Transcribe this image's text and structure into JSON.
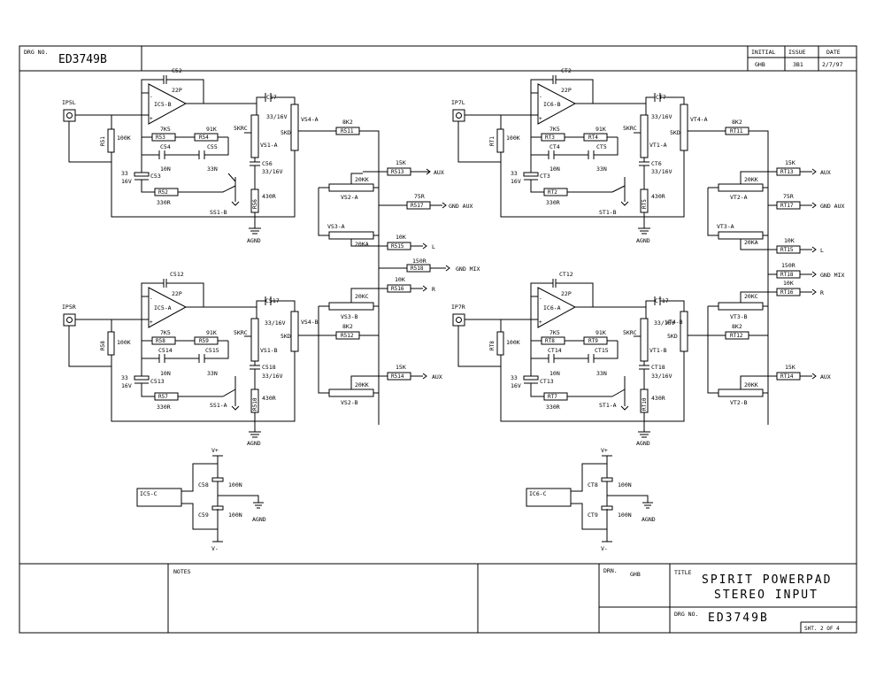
{
  "sheet": {
    "drg_no_label": "DRG NO.",
    "drg_no": "ED3749B",
    "initial_label": "INITIAL",
    "issue_label": "ISSUE",
    "date_label": "DATE",
    "initial": "GHB",
    "issue": "3B1",
    "date": "2/7/97",
    "notes_label": "NOTES",
    "drn_label": "DRN.",
    "drn": "GHB",
    "title_label": "TITLE",
    "title_line1": "SPIRIT POWERPAD",
    "title_line2": "STEREO INPUT",
    "drg_no_label2": "DRG NO.",
    "drg_no2": "ED3749B",
    "sheet_no": "SHT. 2 OF 4"
  },
  "left": {
    "jack_top": "IP5L",
    "jack_bot": "IP5R",
    "r_in_top": "R51",
    "r_in_top_val": "100K",
    "r_in_bot": "R58",
    "r_in_bot_val": "100K",
    "ic_top": "IC5-B",
    "ic_bot": "IC5-A",
    "cfb_top": "C52",
    "cfb_top_val": "22P",
    "cfb_bot": "C512",
    "cfb_bot_val": "22P",
    "cout_top": "C57",
    "cout_top_val": "33/16V",
    "cout_bot": "C517",
    "cout_bot_val": "33/16V",
    "r53": "R53",
    "r53_val": "7K5",
    "r54": "R54",
    "r54_val": "91K",
    "r58b": "R58",
    "r58b_val": "7K5",
    "r59": "R59",
    "r59_val": "91K",
    "c54": "C54",
    "c54_val": "10N",
    "c55": "C55",
    "c55_val": "33N",
    "c514": "C514",
    "c514_val": "10N",
    "c515": "C515",
    "c515_val": "33N",
    "c53": "C53",
    "c53_val": "33",
    "c53_v": "16V",
    "c513": "C513",
    "c513_val": "33",
    "c513_v": "16V",
    "r52": "R52",
    "r52_val": "330R",
    "r57": "R57",
    "r57_val": "330R",
    "pot_top": "VS1-A",
    "pot_top_val": "5KRC",
    "pot_bot": "VS1-B",
    "pot_bot_val": "5KRC",
    "c56": "C56",
    "c56_val": "33/16V",
    "c518": "C518",
    "c518_val": "33/16V",
    "r56": "R56",
    "r56_val": "430R",
    "r510": "R510",
    "r510_val": "430R",
    "sw_top": "SS1-B",
    "sw_bot": "SS1-A",
    "agnd": "AGND",
    "agnd2": "AGND",
    "bal_a": "VS4-A",
    "bal_a_val": "5KD",
    "bal_b": "VS4-B",
    "bal_b_val": "5KD",
    "r511": "R511",
    "r511_val": "8K2",
    "r512": "R512",
    "r512_val": "8K2",
    "vs2a": "VS2-A",
    "vs2b": "VS2-B",
    "vs3a": "VS3-A",
    "vs3b": "VS3-B",
    "k20a": "20KK",
    "k20b": "20KA",
    "k20c": "20KC",
    "k20d": "20KK",
    "r513": "R513",
    "r513_val": "15K",
    "r517": "R517",
    "r517_val": "75R",
    "r515": "R515",
    "r515_val": "10K",
    "r518": "R518",
    "r518_val": "150R",
    "r516": "R516",
    "r516_val": "10K",
    "r514": "R514",
    "r514_val": "15K",
    "ic5c": "IC5-C",
    "c58": "C58",
    "c58_val": "100N",
    "c59": "C59",
    "c59_val": "100N",
    "vplus": "V+",
    "vminus": "V-",
    "agnd3": "AGND"
  },
  "right": {
    "jack_top": "IP7L",
    "jack_bot": "IP7R",
    "r_in_top": "RT1",
    "r_in_top_val": "100K",
    "r_in_bot": "RT8",
    "r_in_bot_val": "100K",
    "ic_top": "IC6-B",
    "ic_bot": "IC6-A",
    "cfb_top": "CT2",
    "cfb_top_val": "22P",
    "cfb_bot": "CT12",
    "cfb_bot_val": "22P",
    "cout_top": "CT7",
    "cout_top_val": "33/16V",
    "cout_bot": "CT17",
    "cout_bot_val": "33/16V",
    "rt3": "RT3",
    "rt3_val": "7K5",
    "rt4": "RT4",
    "rt4_val": "91K",
    "rt8b": "RT8",
    "rt8b_val": "7K5",
    "rt9": "RT9",
    "rt9_val": "91K",
    "ct4": "CT4",
    "ct4_val": "10N",
    "ct5": "CT5",
    "ct5_val": "33N",
    "ct14": "CT14",
    "ct14_val": "10N",
    "ct15": "CT15",
    "ct15_val": "33N",
    "ct3": "CT3",
    "ct3_val": "33",
    "ct3_v": "16V",
    "ct13": "CT13",
    "ct13_val": "33",
    "ct13_v": "16V",
    "rt2": "RT2",
    "rt2_val": "330R",
    "rt7": "RT7",
    "rt7_val": "330R",
    "pot_top": "VT1-A",
    "pot_top_val": "5KRC",
    "pot_bot": "VT1-B",
    "pot_bot_val": "5KRC",
    "ct6": "CT6",
    "ct6_val": "33/16V",
    "ct18": "CT18",
    "ct18_val": "33/16V",
    "rt5": "RT5",
    "rt5_val": "430R",
    "rt10": "RT10",
    "rt10_val": "430R",
    "sw_top": "ST1-B",
    "sw_bot": "ST1-A",
    "agnd": "AGND",
    "agnd2": "AGND",
    "bal_a": "VT4-A",
    "bal_a_val": "5KD",
    "bal_b": "VT4-B",
    "bal_b_val": "5KD",
    "rt11": "RT11",
    "rt11_val": "8K2",
    "rt12": "RT12",
    "rt12_val": "8K2",
    "vt2a": "VT2-A",
    "vt2b": "VT2-B",
    "vt3a": "VT3-A",
    "vt3b": "VT3-B",
    "k20a": "20KK",
    "k20b": "20KA",
    "k20c": "20KC",
    "k20d": "20KK",
    "rt13": "RT13",
    "rt13_val": "15K",
    "rt17": "RT17",
    "rt17_val": "75R",
    "rt15": "RT15",
    "rt15_val": "10K",
    "rt18": "RT18",
    "rt18_val": "150R",
    "rt16": "RT16",
    "rt16_val": "10K",
    "rt14": "RT14",
    "rt14_val": "15K",
    "ic6c": "IC6-C",
    "ct8": "CT8",
    "ct8_val": "100N",
    "ct9": "CT9",
    "ct9_val": "100N",
    "vplus": "V+",
    "vminus": "V-",
    "agnd3": "AGND"
  },
  "buses": {
    "aux": "AUX",
    "gnd_aux": "GND AUX",
    "l": "L",
    "gnd_mix": "GND MIX",
    "r": "R"
  }
}
